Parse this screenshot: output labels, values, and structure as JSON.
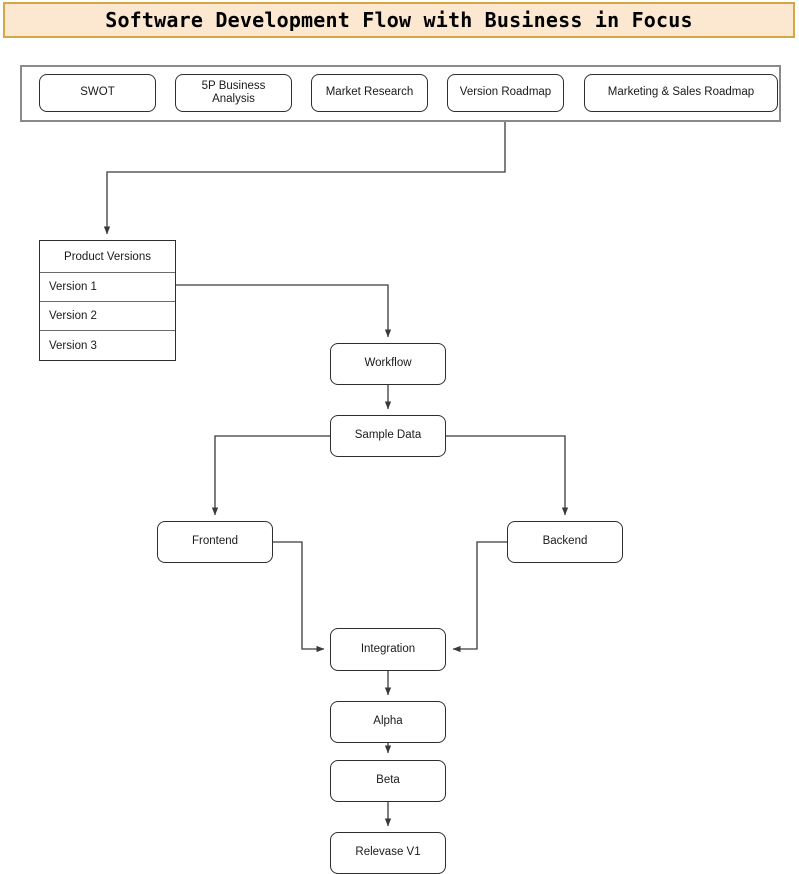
{
  "title": {
    "text": "Software Development Flow with Business in Focus",
    "background_color": "#fce8d0",
    "border_color": "#d4a843"
  },
  "business_inputs": {
    "items": [
      {
        "label": "SWOT"
      },
      {
        "label": "5P Business Analysis"
      },
      {
        "label": "Market Research"
      },
      {
        "label": "Version Roadmap"
      },
      {
        "label": "Marketing & Sales Roadmap"
      }
    ]
  },
  "product_versions": {
    "header": "Product Versions",
    "rows": [
      {
        "label": "Version 1"
      },
      {
        "label": "Version 2"
      },
      {
        "label": "Version 3"
      }
    ]
  },
  "flow_nodes": {
    "workflow": "Workflow",
    "sample_data": "Sample Data",
    "frontend": "Frontend",
    "backend": "Backend",
    "integration": "Integration",
    "alpha": "Alpha",
    "beta": "Beta",
    "release": "Relevase V1"
  },
  "style": {
    "node_border_color": "#2e2e2e",
    "connector_color": "#3a3a3a",
    "container_border_color": "#8a8a8a",
    "canvas_background": "#ffffff"
  }
}
